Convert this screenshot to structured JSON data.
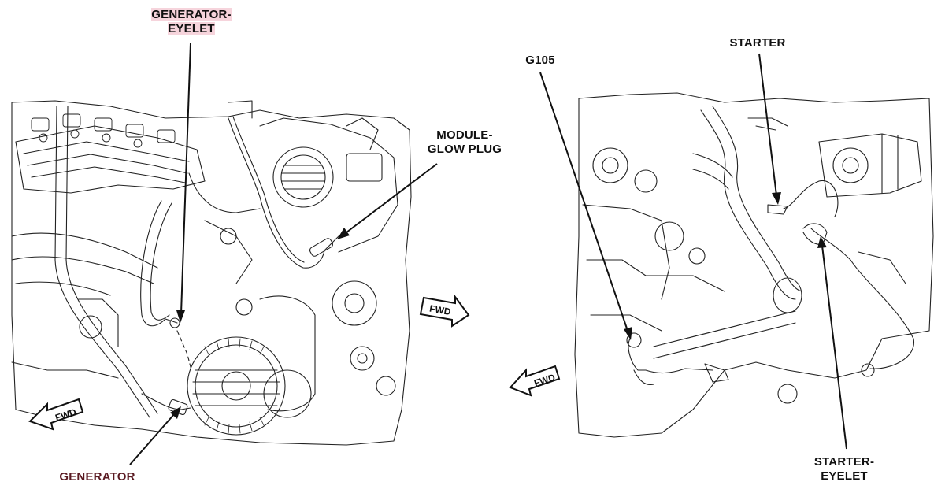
{
  "labels": {
    "generator_eyelet_line1": "GENERATOR-",
    "generator_eyelet_line2": "EYELET",
    "module_glow_plug_line1": "MODULE-",
    "module_glow_plug_line2": "GLOW PLUG",
    "generator": "GENERATOR",
    "g105": "G105",
    "starter": "STARTER",
    "starter_eyelet_line1": "STARTER-",
    "starter_eyelet_line2": "EYELET"
  },
  "fwd_arrows": {
    "left_panel": "FWD",
    "center": "FWD",
    "right_panel": "FWD"
  },
  "colors": {
    "line": "#111111",
    "highlight": "#f6d4dc",
    "label_dark_red": "#5a1a22"
  }
}
